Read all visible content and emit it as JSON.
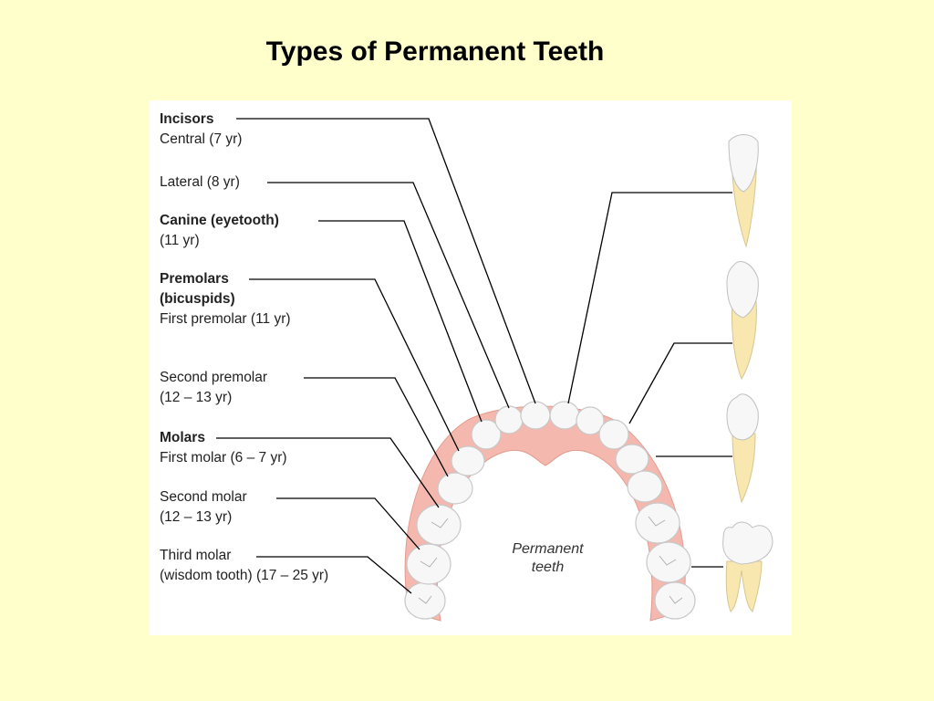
{
  "slide": {
    "title": "Types of Permanent Teeth"
  },
  "labels": {
    "incisors": "Incisors",
    "central": "Central (7 yr)",
    "lateral": "Lateral (8 yr)",
    "canine": "Canine (eyetooth)",
    "canine_age": "(11 yr)",
    "premolars": "Premolars",
    "bicuspids": "(bicuspids)",
    "first_premolar": "First premolar (11 yr)",
    "second_premolar": "Second premolar",
    "second_premolar_age": "(12 – 13 yr)",
    "molars": "Molars",
    "first_molar": "First molar (6 – 7 yr)",
    "second_molar": "Second molar",
    "second_molar_age": "(12 – 13 yr)",
    "third_molar": "Third molar",
    "third_molar_age": "(wisdom tooth) (17 – 25 yr)"
  },
  "jaw_caption": {
    "line1": "Permanent",
    "line2": "teeth"
  },
  "colors": {
    "background": "#ffffcc",
    "gum": "#f4b8ae",
    "tooth_crown": "#f7f7f7",
    "tooth_root": "#f8e8b0",
    "leader_line": "#000000"
  }
}
